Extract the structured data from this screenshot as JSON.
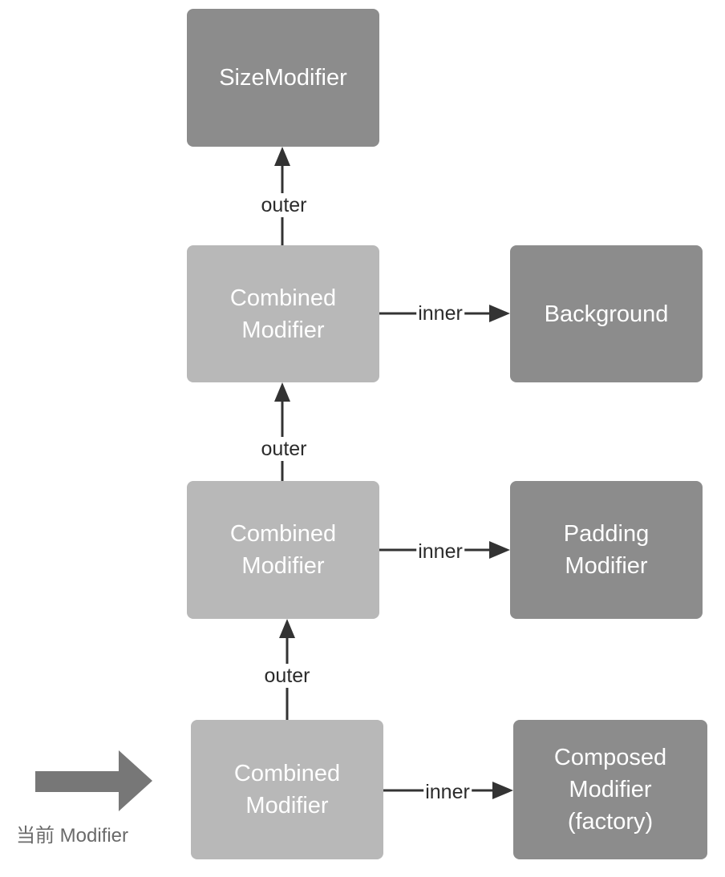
{
  "nodes": {
    "size_modifier": "SizeModifier",
    "combined_top": "Combined\nModifier",
    "background": "Background",
    "combined_middle": "Combined\nModifier",
    "padding_modifier": "Padding\nModifier",
    "combined_bottom": "Combined\nModifier",
    "composed_modifier": "Composed\nModifier\n(factory)"
  },
  "edges": {
    "outer_top": "outer",
    "outer_middle": "outer",
    "outer_bottom": "outer",
    "inner_top": "inner",
    "inner_middle": "inner",
    "inner_bottom": "inner"
  },
  "current_label": "当前 Modifier",
  "colors": {
    "dark_box": "#8c8c8c",
    "light_box": "#b8b8b8",
    "arrow": "#333333",
    "pointer_arrow": "#777777"
  }
}
